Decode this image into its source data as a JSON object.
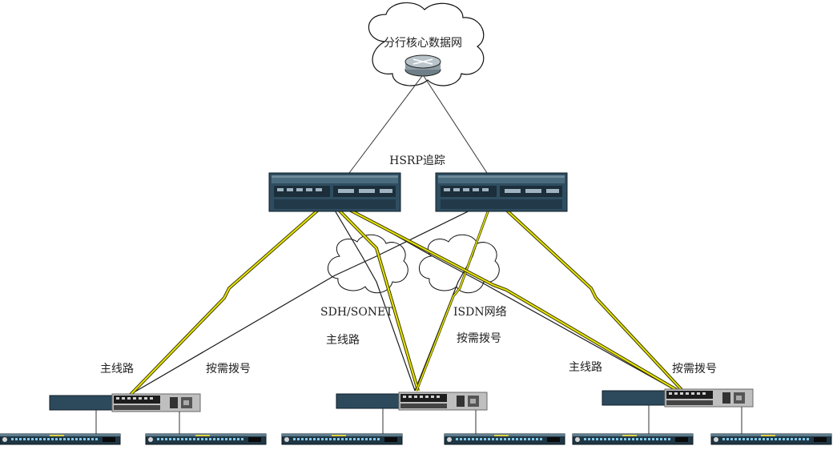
{
  "diagram": {
    "core_cloud_label": "分行核心数据网",
    "hsrp_label": "HSRP追踪",
    "sdh_label": "SDH/SONET",
    "isdn_label": "ISDN网络",
    "primary_line_label_left": "主线路",
    "dial_label_left": "按需拨号",
    "primary_line_label_mid": "主线路",
    "dial_label_mid": "按需拨号",
    "primary_line_label_right": "主线路",
    "dial_label_right": "按需拨号"
  },
  "colors": {
    "device_dark": "#2d4a5c",
    "device_mid": "#3d5f72",
    "primary_link": "#e8e400",
    "primary_link_outline": "#3a3a00",
    "dial_link": "#1a1a1a"
  }
}
